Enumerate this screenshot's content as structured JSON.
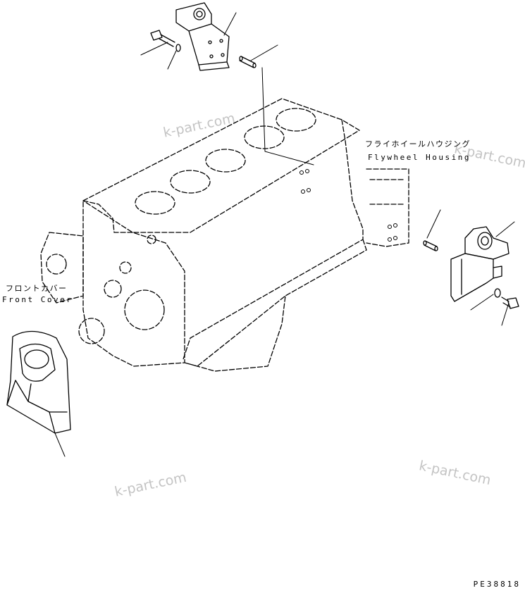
{
  "labels": {
    "flywheel_housing_jp": "フライホイールハウジング",
    "flywheel_housing_en": "Flywheel Housing",
    "front_cover_jp": "フロントカバー",
    "front_cover_en": "Front Cover"
  },
  "watermarks": [
    "k-part.com",
    "k-part.com",
    "k-part.com",
    "k-part.com"
  ],
  "drawing_code": "PE38818"
}
